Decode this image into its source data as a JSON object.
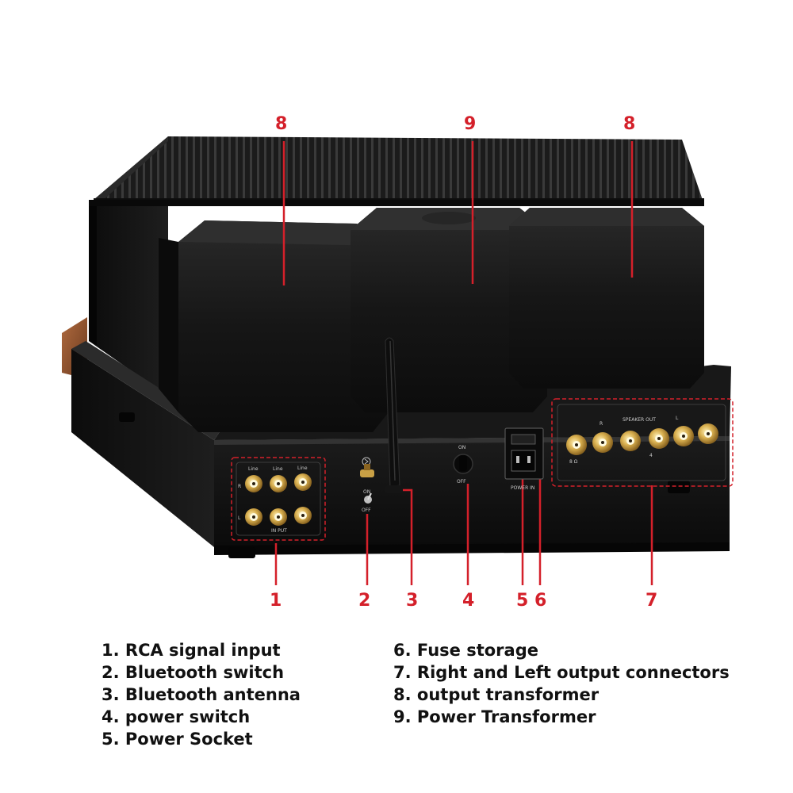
{
  "callouts": {
    "c8_left": "8",
    "c9": "9",
    "c8_right": "8",
    "c1": "1",
    "c2": "2",
    "c3": "3",
    "c4": "4",
    "c5": "5",
    "c6": "6",
    "c7": "7"
  },
  "panel_labels": {
    "line1": "Line",
    "line2": "Line",
    "line3": "Line",
    "input": "IN PUT",
    "r": "R",
    "l": "L",
    "speaker_out": "SPEAKER OUT",
    "speaker_r": "R",
    "speaker_l": "L",
    "power_on": "ON",
    "power_off": "OFF",
    "bt_on": "ON",
    "bt_off": "OFF",
    "power_in": "POWER IN",
    "ohm8": "8 Ω",
    "ohm4": "4"
  },
  "legend": {
    "left": [
      "1. RCA signal input",
      "2. Bluetooth switch",
      "3. Bluetooth antenna",
      "4. power switch",
      "5. Power Socket"
    ],
    "right": [
      "6. Fuse storage",
      "7. Right and Left output connectors",
      "8. output transformer",
      "9. Power Transformer"
    ]
  },
  "colors": {
    "accent_red": "#d4202a",
    "chassis": "#141414",
    "gold": "#c9a045",
    "wood": "#8a4e2c"
  }
}
